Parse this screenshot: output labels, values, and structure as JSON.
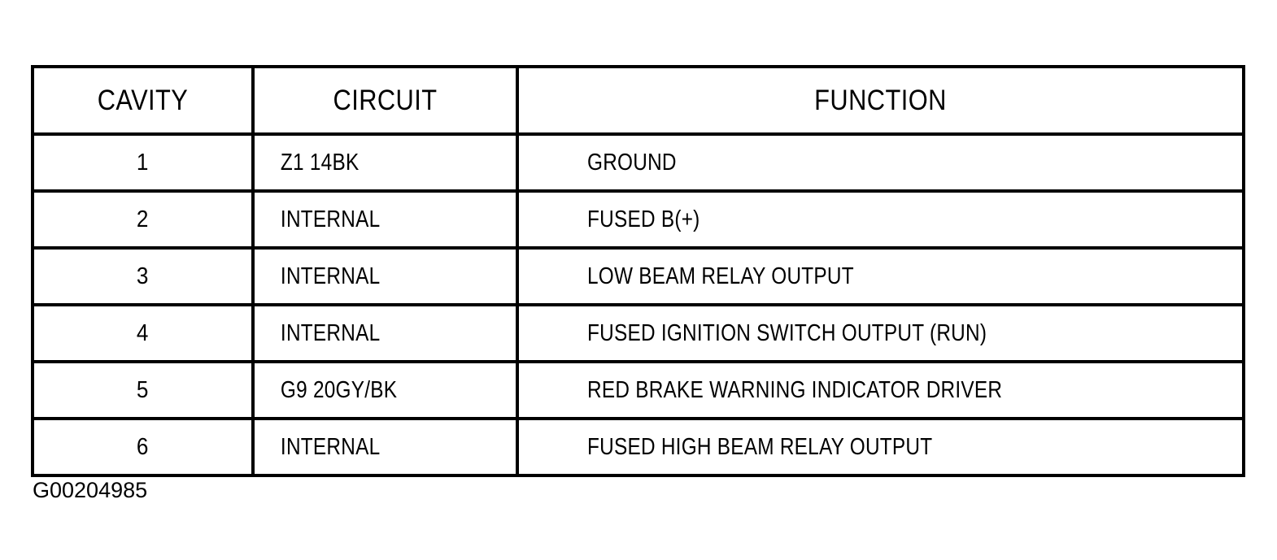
{
  "figure": {
    "caption": "G00204985"
  },
  "table": {
    "name": "connector-pinout-table",
    "headers": {
      "cavity": "CAVITY",
      "circuit": "CIRCUIT",
      "function": "FUNCTION"
    },
    "rows": [
      {
        "cavity": "1",
        "circuit": "Z1 14BK",
        "function": "GROUND"
      },
      {
        "cavity": "2",
        "circuit": "INTERNAL",
        "function": "FUSED B(+)"
      },
      {
        "cavity": "3",
        "circuit": "INTERNAL",
        "function": "LOW BEAM RELAY OUTPUT"
      },
      {
        "cavity": "4",
        "circuit": "INTERNAL",
        "function": "FUSED IGNITION SWITCH OUTPUT (RUN)"
      },
      {
        "cavity": "5",
        "circuit": "G9 20GY/BK",
        "function": "RED BRAKE WARNING INDICATOR DRIVER"
      },
      {
        "cavity": "6",
        "circuit": "INTERNAL",
        "function": "FUSED HIGH BEAM RELAY OUTPUT"
      }
    ]
  },
  "colors": {
    "ink": "#000000",
    "paper": "#ffffff"
  }
}
